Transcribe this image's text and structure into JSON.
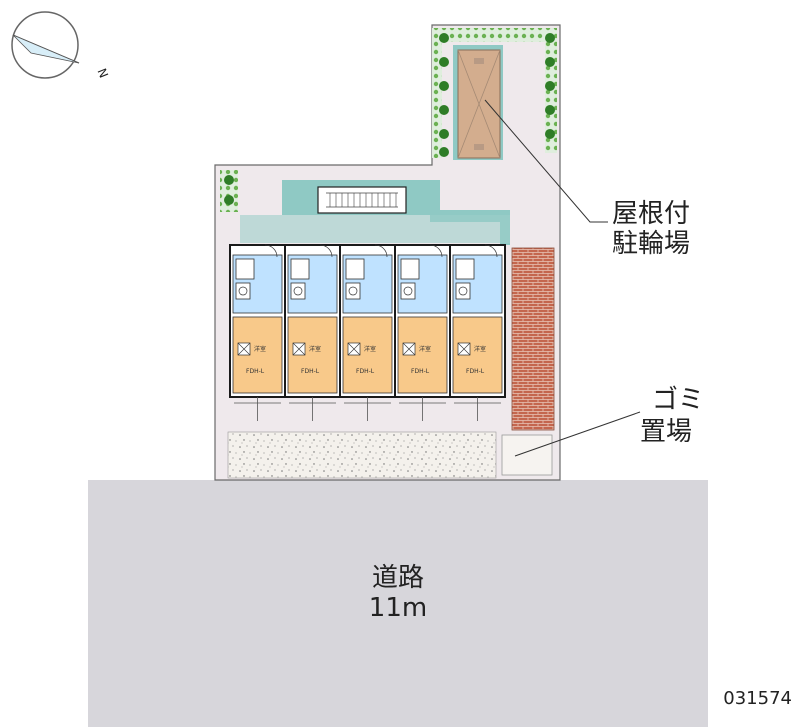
{
  "compass": {
    "north_letter": "N"
  },
  "labels": {
    "bicycle_parking": [
      "屋根付",
      "駐輪場"
    ],
    "garbage_area": [
      "ゴミ",
      "置場"
    ],
    "road": [
      "道路",
      "11m"
    ]
  },
  "units": [
    {
      "room_label": "洋室",
      "floor_label": "FDH-L"
    },
    {
      "room_label": "洋室",
      "floor_label": "FDH-L"
    },
    {
      "room_label": "洋室",
      "floor_label": "FDH-L"
    },
    {
      "room_label": "洋室",
      "floor_label": "FDH-L"
    },
    {
      "room_label": "洋室",
      "floor_label": "FDH-L"
    }
  ],
  "reference_code": "031574",
  "colors": {
    "site": "#efe9ec",
    "road": "#d7d6db",
    "room": "#f8c98a",
    "bath": "#bfe2ff",
    "wall": "#1a1a1a",
    "walkway": "#8fc9c4",
    "brick": "#c96a52",
    "parking_floor": "#d3ad8e",
    "planting": "#4f9a3e"
  }
}
